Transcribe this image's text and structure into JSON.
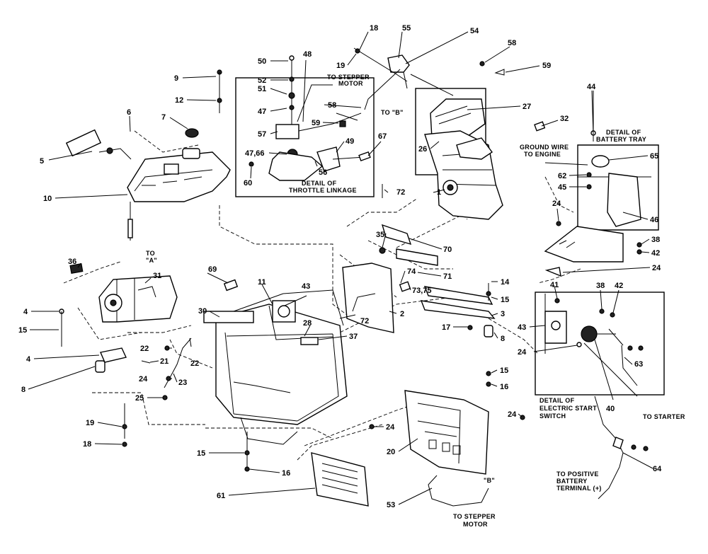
{
  "callouts": [
    {
      "id": "1",
      "label": "1"
    },
    {
      "id": "2",
      "label": "2"
    },
    {
      "id": "3",
      "label": "3"
    },
    {
      "id": "4a",
      "label": "4"
    },
    {
      "id": "4b",
      "label": "4"
    },
    {
      "id": "5",
      "label": "5"
    },
    {
      "id": "6",
      "label": "6"
    },
    {
      "id": "7",
      "label": "7"
    },
    {
      "id": "8a",
      "label": "8"
    },
    {
      "id": "8b",
      "label": "8"
    },
    {
      "id": "9",
      "label": "9"
    },
    {
      "id": "10",
      "label": "10"
    },
    {
      "id": "11",
      "label": "11"
    },
    {
      "id": "12",
      "label": "12"
    },
    {
      "id": "14",
      "label": "14"
    },
    {
      "id": "15a",
      "label": "15"
    },
    {
      "id": "15b",
      "label": "15"
    },
    {
      "id": "15c",
      "label": "15"
    },
    {
      "id": "15d",
      "label": "15"
    },
    {
      "id": "16a",
      "label": "16"
    },
    {
      "id": "16b",
      "label": "16"
    },
    {
      "id": "17",
      "label": "17"
    },
    {
      "id": "18a",
      "label": "18"
    },
    {
      "id": "18b",
      "label": "18"
    },
    {
      "id": "19a",
      "label": "19"
    },
    {
      "id": "19b",
      "label": "19"
    },
    {
      "id": "20",
      "label": "20"
    },
    {
      "id": "21",
      "label": "21"
    },
    {
      "id": "22a",
      "label": "22"
    },
    {
      "id": "22b",
      "label": "22"
    },
    {
      "id": "23",
      "label": "23"
    },
    {
      "id": "24a",
      "label": "24"
    },
    {
      "id": "24b",
      "label": "24"
    },
    {
      "id": "24c",
      "label": "24"
    },
    {
      "id": "24d",
      "label": "24"
    },
    {
      "id": "24e",
      "label": "24"
    },
    {
      "id": "24f",
      "label": "24"
    },
    {
      "id": "25",
      "label": "25"
    },
    {
      "id": "26",
      "label": "26"
    },
    {
      "id": "27",
      "label": "27"
    },
    {
      "id": "28",
      "label": "28"
    },
    {
      "id": "30",
      "label": "30"
    },
    {
      "id": "31",
      "label": "31"
    },
    {
      "id": "32",
      "label": "32"
    },
    {
      "id": "35",
      "label": "35"
    },
    {
      "id": "36",
      "label": "36"
    },
    {
      "id": "37",
      "label": "37"
    },
    {
      "id": "38a",
      "label": "38"
    },
    {
      "id": "38b",
      "label": "38"
    },
    {
      "id": "40",
      "label": "40"
    },
    {
      "id": "41",
      "label": "41"
    },
    {
      "id": "42a",
      "label": "42"
    },
    {
      "id": "42b",
      "label": "42"
    },
    {
      "id": "43a",
      "label": "43"
    },
    {
      "id": "43b",
      "label": "43"
    },
    {
      "id": "44",
      "label": "44"
    },
    {
      "id": "45",
      "label": "45"
    },
    {
      "id": "46",
      "label": "46"
    },
    {
      "id": "47",
      "label": "47"
    },
    {
      "id": "47_66",
      "label": "47,66"
    },
    {
      "id": "48",
      "label": "48"
    },
    {
      "id": "49",
      "label": "49"
    },
    {
      "id": "50",
      "label": "50"
    },
    {
      "id": "51",
      "label": "51"
    },
    {
      "id": "52",
      "label": "52"
    },
    {
      "id": "53",
      "label": "53"
    },
    {
      "id": "54",
      "label": "54"
    },
    {
      "id": "55",
      "label": "55"
    },
    {
      "id": "56",
      "label": "56"
    },
    {
      "id": "57",
      "label": "57"
    },
    {
      "id": "58a",
      "label": "58"
    },
    {
      "id": "58b",
      "label": "58"
    },
    {
      "id": "59a",
      "label": "59"
    },
    {
      "id": "59b",
      "label": "59"
    },
    {
      "id": "60",
      "label": "60"
    },
    {
      "id": "61",
      "label": "61"
    },
    {
      "id": "62",
      "label": "62"
    },
    {
      "id": "63",
      "label": "63"
    },
    {
      "id": "64",
      "label": "64"
    },
    {
      "id": "65",
      "label": "65"
    },
    {
      "id": "67",
      "label": "67"
    },
    {
      "id": "69",
      "label": "69"
    },
    {
      "id": "70",
      "label": "70"
    },
    {
      "id": "71",
      "label": "71"
    },
    {
      "id": "72a",
      "label": "72"
    },
    {
      "id": "72b",
      "label": "72"
    },
    {
      "id": "73_75",
      "label": "73,75"
    },
    {
      "id": "74",
      "label": "74"
    }
  ],
  "annotations": {
    "to_stepper_motor_top_1": "TO STEPPER",
    "to_stepper_motor_top_2": "MOTOR",
    "to_b_top": "TO \"B\"",
    "detail_throttle_1": "DETAIL OF",
    "detail_throttle_2": "THROTTLE LINKAGE",
    "to_a_1": "TO",
    "to_a_2": "\"A\"",
    "detail_battery_tray_1": "DETAIL OF",
    "detail_battery_tray_2": "BATTERY TRAY",
    "ground_wire_1": "GROUND WIRE",
    "ground_wire_2": "TO ENGINE",
    "detail_start_switch_1": "DETAIL OF",
    "detail_start_switch_2": "ELECTRIC START",
    "detail_start_switch_3": "SWITCH",
    "to_starter": "TO STARTER",
    "to_positive_1": "TO POSITIVE",
    "to_positive_2": "BATTERY",
    "to_positive_3": "TERMINAL  (+)",
    "b_bottom": "\"B\"",
    "to_stepper_motor_bottom_1": "TO STEPPER",
    "to_stepper_motor_bottom_2": "MOTOR"
  }
}
